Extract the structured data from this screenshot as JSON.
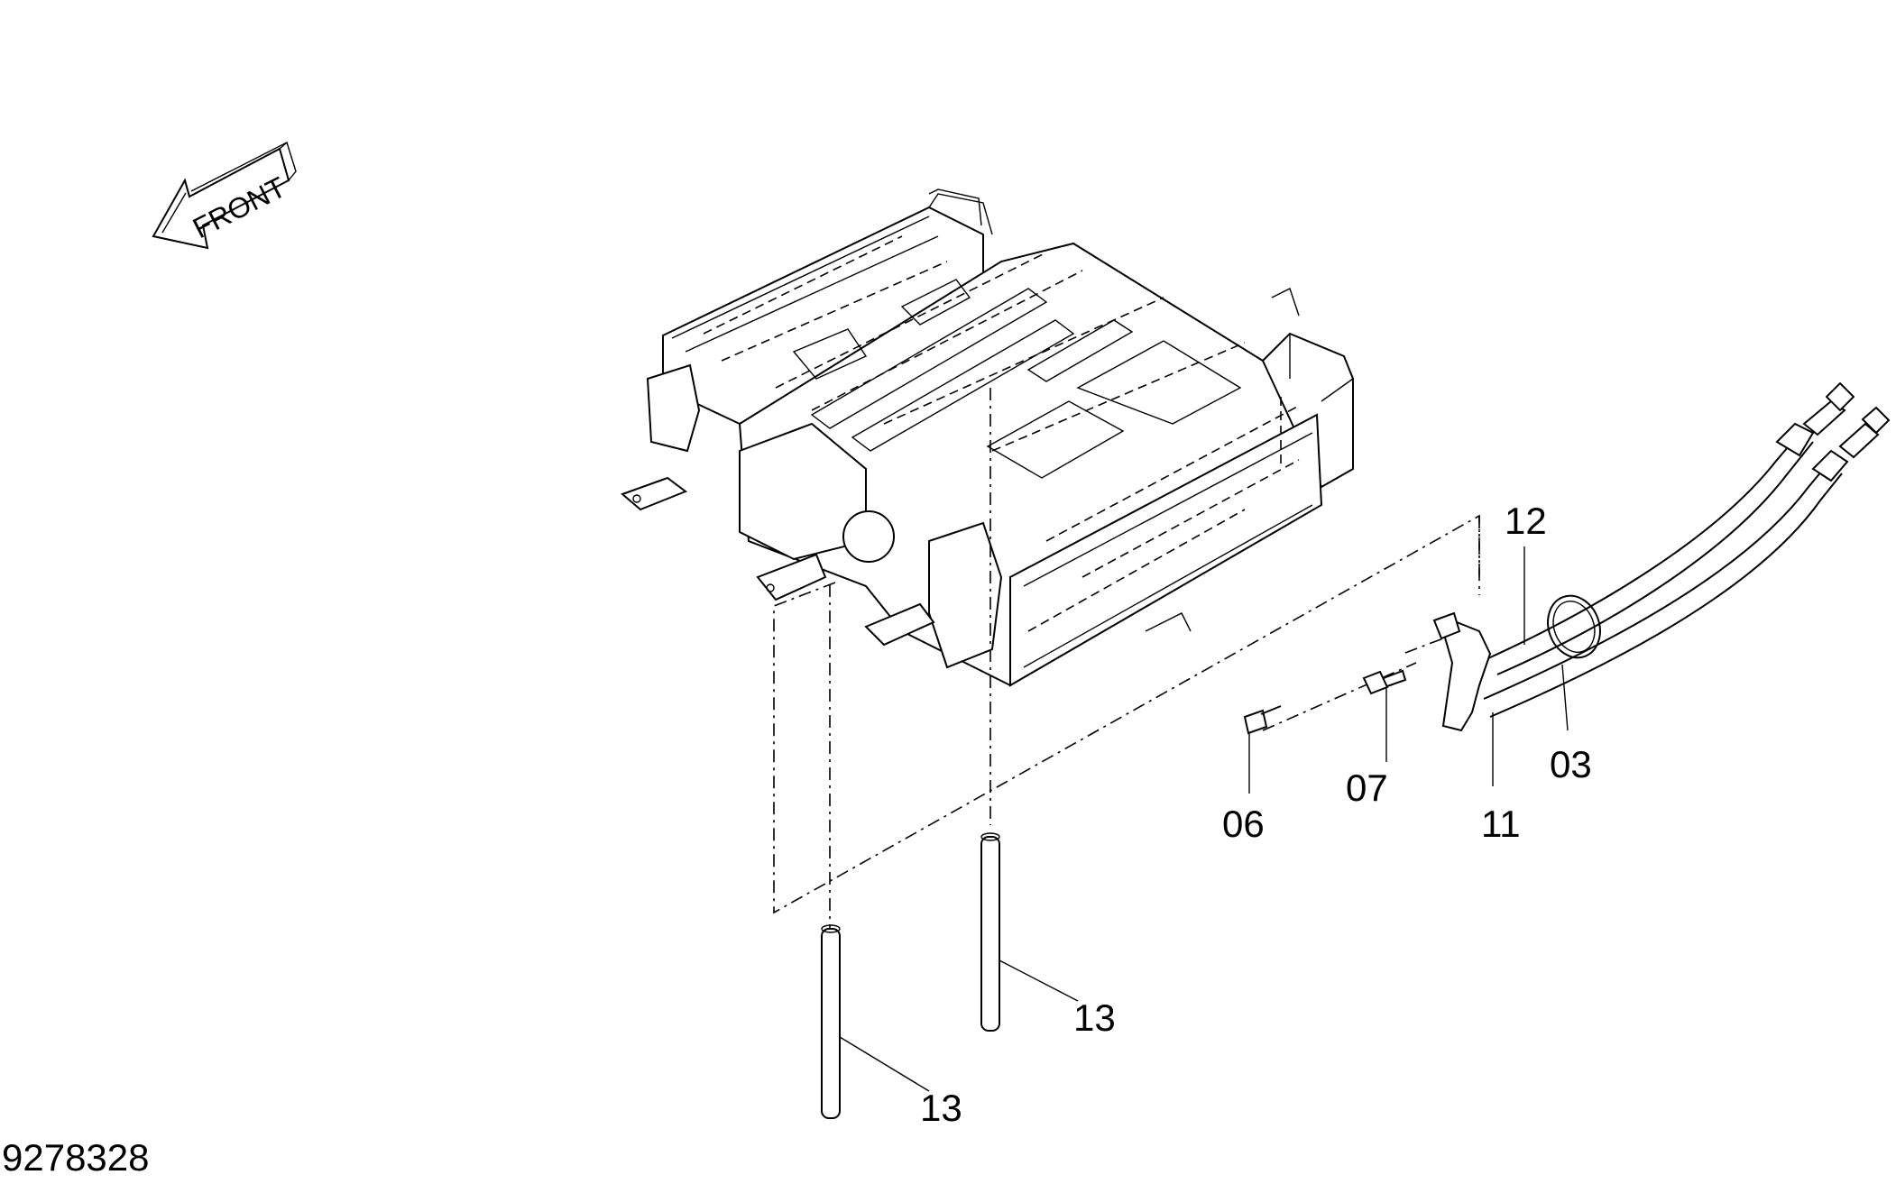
{
  "front_arrow": {
    "label": "FRONT"
  },
  "drawing_number": "9278328",
  "callouts": {
    "c03": "03",
    "c06": "06",
    "c07": "07",
    "c11": "11",
    "c12": "12",
    "c13_right": "13",
    "c13_left": "13"
  }
}
